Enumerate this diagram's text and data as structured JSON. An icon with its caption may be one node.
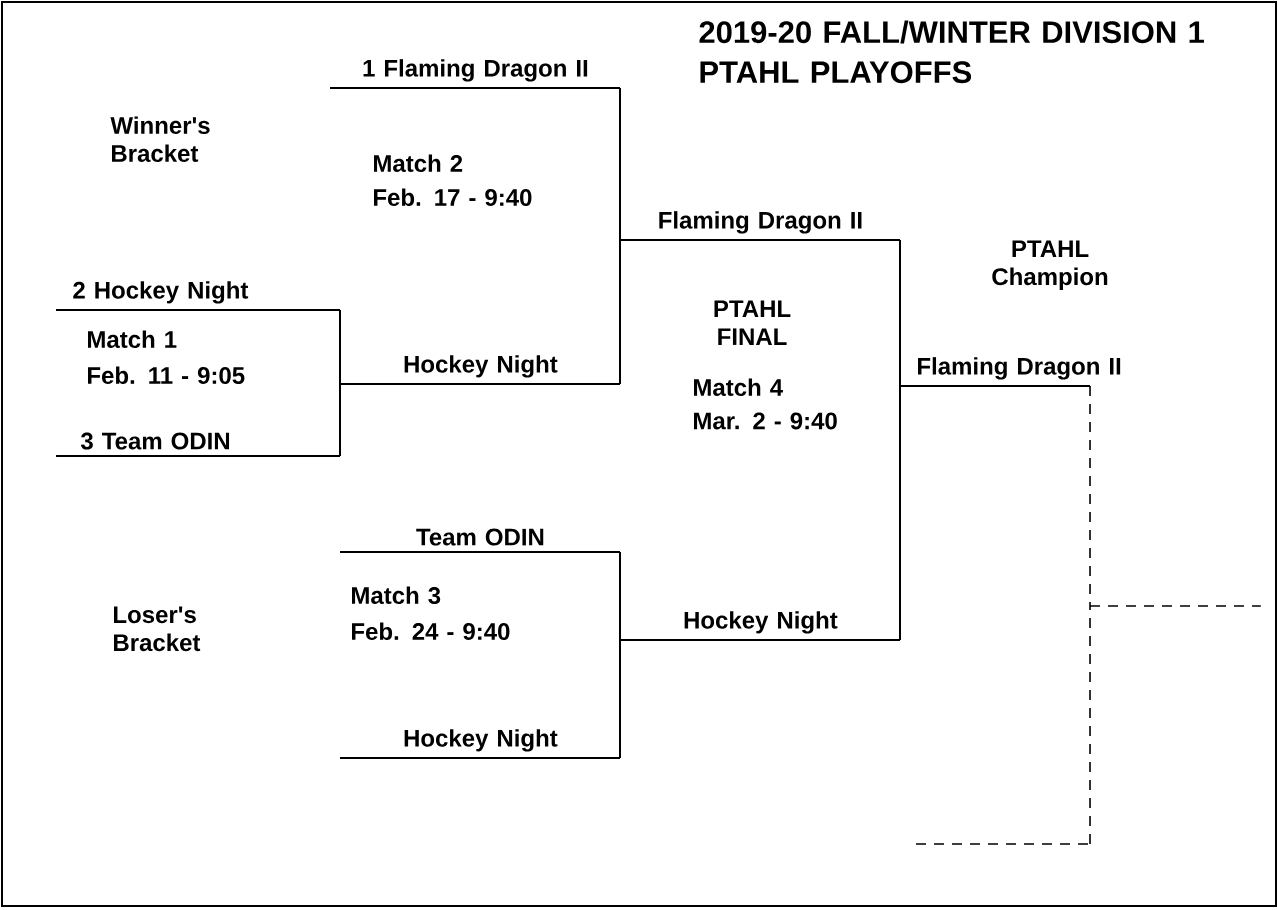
{
  "diagram": {
    "title": "2019-20 FALL/WINTER DIVISION 1 PTAHL PLAYOFFS",
    "nodes": [
      {
        "text": [
          "1  Flaming Dragon II"
        ]
      },
      {
        "text": [
          "2  Hockey Night"
        ]
      },
      {
        "text": [
          "3  Team ODIN"
        ]
      },
      {
        "text": [
          "Hockey Night"
        ]
      },
      {
        "text": [
          "Flaming Dragon II"
        ]
      },
      {
        "text": [
          "Team ODIN"
        ]
      },
      {
        "text": [
          "Hockey Night"
        ]
      },
      {
        "text": [
          "Hockey Night"
        ]
      },
      {
        "text": [
          "Flaming Dragon II"
        ]
      },
      {
        "text": [],
        "shape": "line"
      },
      {
        "text": [],
        "shape": "line"
      }
    ],
    "edges": [
      {
        "from": 0,
        "to": 4,
        "arrow": "none"
      },
      {
        "from": 3,
        "to": 4,
        "arrow": "none"
      },
      {
        "from": 1,
        "to": 3,
        "arrow": "none"
      },
      {
        "from": 2,
        "to": 3,
        "arrow": "none"
      },
      {
        "from": 4,
        "to": 8,
        "arrow": "none"
      },
      {
        "from": 7,
        "to": 8,
        "arrow": "none"
      },
      {
        "from": 5,
        "to": 7,
        "arrow": "none"
      },
      {
        "from": 6,
        "to": 7,
        "arrow": "none"
      },
      {
        "from": 8,
        "to": 10,
        "arrow": "none",
        "style": "dashed"
      },
      {
        "from": 9,
        "to": 10,
        "arrow": "none",
        "style": "dashed"
      }
    ],
    "labels": [
      "Winner's Bracket",
      "Match 2",
      "Feb. 17 - 9:40",
      "PTAHL Champion",
      "Match 1",
      "Feb. 11 - 9:05",
      "PTAHL FINAL",
      "Match 4",
      "Mar. 2 - 9:40",
      "Match 3",
      "Feb. 24 - 9:40",
      "Loser's Bracket"
    ]
  }
}
